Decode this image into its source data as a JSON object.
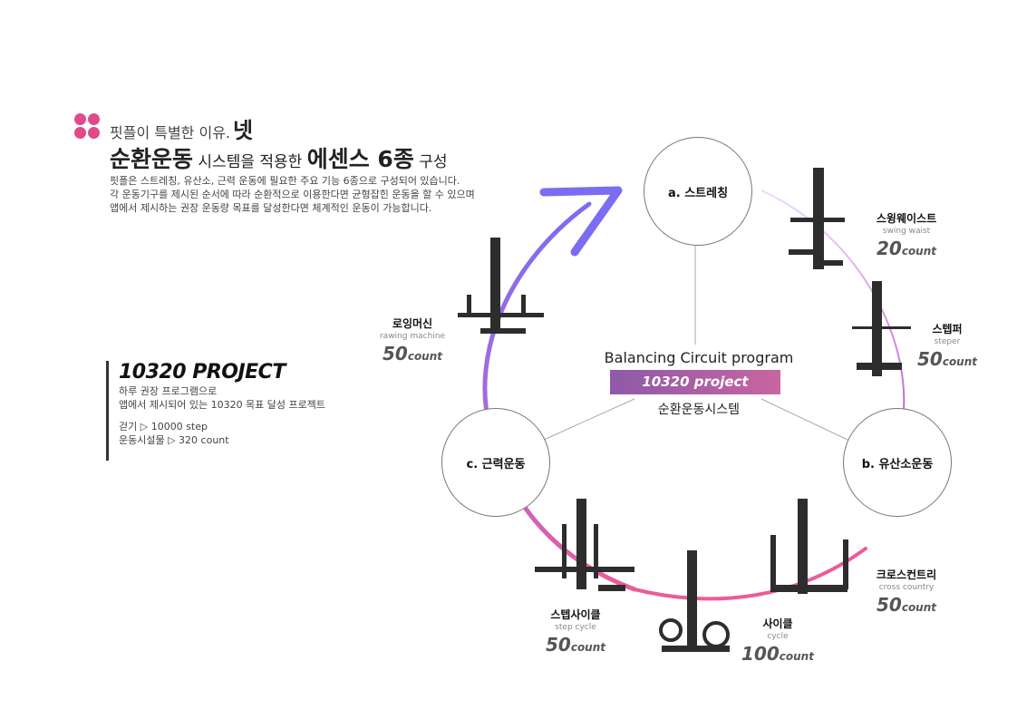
{
  "header": {
    "kicker": "핏플이 특별한 이유.",
    "kicker_emph": "넷",
    "headline_1": "순환운동",
    "headline_2": " 시스템을 적용한 ",
    "headline_3": "에센스 6종",
    "headline_4": " 구성",
    "desc_1": "핏플은 스트레칭, 유산소, 근력 운동에 필요한 주요 기능 6종으로 구성되어 있습니다.",
    "desc_2": "각 운동기구를 제시된 순서에 따라 순환적으로 이용한다면 균형잡힌 운동을 할 수 있으며 앱에서 제시하는 권장 운동량 목표를 달성한다면 체계적인 운동이 가능합니다."
  },
  "project": {
    "title": "10320 PROJECT",
    "line_1": "하루 권장 프로그램으로",
    "line_2": "앱에서 제시되어 있는 10320 목표 달성 프로젝트",
    "line_3": "걷기 ▷ 10000 step",
    "line_4": "운동시설물 ▷ 320 count"
  },
  "circuit": {
    "title": "Balancing Circuit program",
    "badge": "10320 project",
    "subtitle": "순환운동시스템",
    "node_a": "a. 스트레칭",
    "node_b": "b. 유산소운동",
    "node_c": "c. 근력운동"
  },
  "equipment": [
    {
      "ko": "스윙웨이스트",
      "en": "swing waist",
      "count": "20",
      "unit": "count"
    },
    {
      "ko": "스텝퍼",
      "en": "steper",
      "count": "50",
      "unit": "count"
    },
    {
      "ko": "크로스컨트리",
      "en": "cross country",
      "count": "50",
      "unit": "count"
    },
    {
      "ko": "사이클",
      "en": "cycle",
      "count": "100",
      "unit": "count"
    },
    {
      "ko": "스텝사이클",
      "en": "step cycle",
      "count": "50",
      "unit": "count"
    },
    {
      "ko": "로잉머신",
      "en": "rawing machine",
      "count": "50",
      "unit": "count"
    }
  ],
  "colors": {
    "accent_pink": "#e04a8a",
    "arrow_blue": "#7b6cf2",
    "ring_purple": "#a86ad8",
    "ring_pink": "#ec5b9a"
  }
}
